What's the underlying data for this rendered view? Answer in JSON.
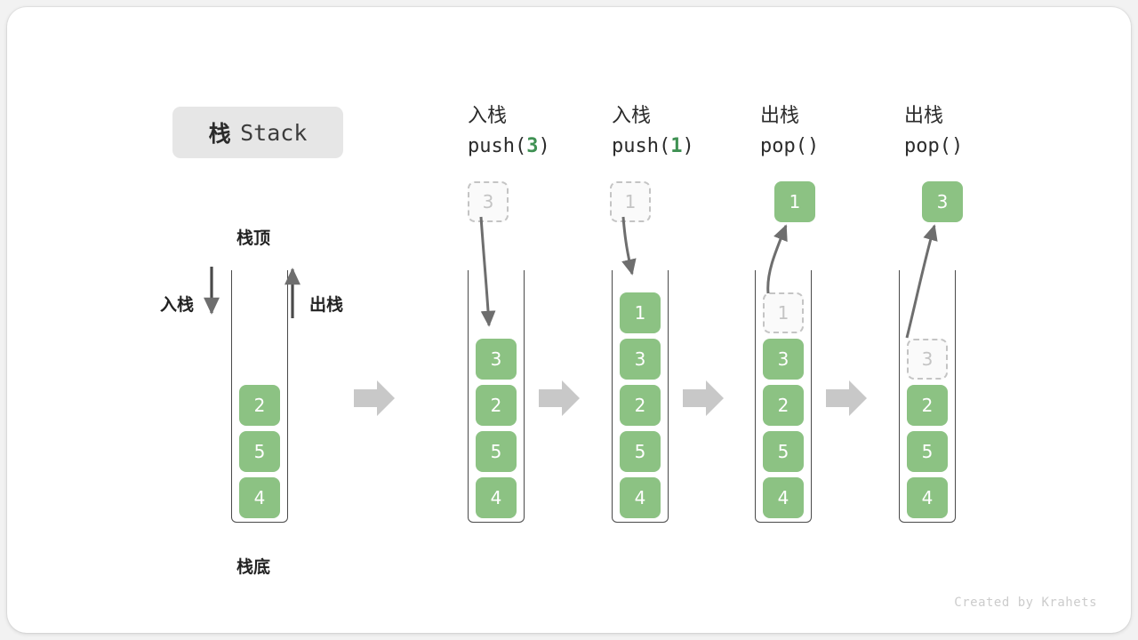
{
  "title": {
    "cn": "栈",
    "en": "Stack"
  },
  "labels": {
    "top": "栈顶",
    "bottom": "栈底",
    "push": "入栈",
    "pop": "出栈"
  },
  "colors": {
    "cell_green": "#8cc283",
    "accent_green": "#3f9153",
    "ghost_border": "#c4c4c4",
    "ghost_fill": "#fafafa",
    "arrow_gray": "#c8c8c8",
    "line_gray": "#6e6e6e",
    "badge_bg": "#e6e6e6",
    "frame_bg": "#ffffff"
  },
  "stages": [
    {
      "id": "initial",
      "header_cn": "",
      "header_code": "",
      "op": "none",
      "cells": [
        "4",
        "5",
        "2"
      ],
      "float": null,
      "ghost_index": null
    },
    {
      "id": "push-3",
      "header_cn": "入栈",
      "header_code": "push(",
      "header_arg": "3",
      "header_code_tail": ")",
      "op": "push",
      "cells": [
        "4",
        "5",
        "2",
        "3"
      ],
      "float": {
        "value": "3",
        "style": "ghost"
      },
      "ghost_index": null
    },
    {
      "id": "push-1",
      "header_cn": "入栈",
      "header_code": "push(",
      "header_arg": "1",
      "header_code_tail": ")",
      "op": "push",
      "cells": [
        "4",
        "5",
        "2",
        "3",
        "1"
      ],
      "float": {
        "value": "1",
        "style": "ghost"
      },
      "ghost_index": null
    },
    {
      "id": "pop-1",
      "header_cn": "出栈",
      "header_code": "pop(",
      "header_arg": "",
      "header_code_tail": ")",
      "op": "pop",
      "cells": [
        "4",
        "5",
        "2",
        "3",
        "1"
      ],
      "float": {
        "value": "1",
        "style": "solid"
      },
      "ghost_index": 4
    },
    {
      "id": "pop-2",
      "header_cn": "出栈",
      "header_code": "pop(",
      "header_arg": "",
      "header_code_tail": ")",
      "op": "pop",
      "cells": [
        "4",
        "5",
        "2",
        "3"
      ],
      "float": {
        "value": "3",
        "style": "solid"
      },
      "ghost_index": 3
    }
  ],
  "footer": "Created by Krahets"
}
